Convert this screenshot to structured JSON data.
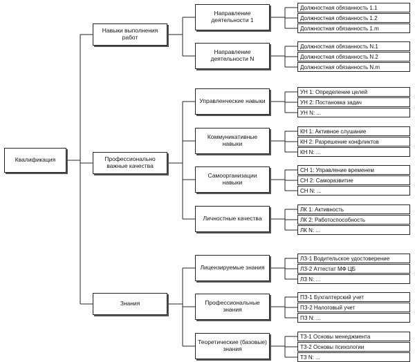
{
  "root": "Квалификация",
  "groups": [
    {
      "label": "Навыки выполнения работ",
      "children": [
        {
          "label": "Направление деятельности 1",
          "items": [
            "Должностная обязанность 1.1",
            "Должностная обязанность 1.2",
            "Должностная обязанность 1.m"
          ]
        },
        {
          "label": "Направление деятельности N",
          "items": [
            "Должностная обязанность N.1",
            "Должностная обязанность N.2",
            "Должностная обязанность N.m"
          ]
        }
      ]
    },
    {
      "label": "Профессионально важные качества",
      "children": [
        {
          "label": "Управленческие навыки",
          "items": [
            "УН 1: Определение целей",
            "УН 2: Постановка задач",
            "УН N: ..."
          ]
        },
        {
          "label": "Коммуникативные навыки",
          "items": [
            "КН 1: Активное слушание",
            "КН 2: Разрешение конфликтов",
            "КН N: ..."
          ]
        },
        {
          "label": "Самоорганизации навыки",
          "items": [
            "СН 1: Управление временем",
            "СН 2: Саморазвитие",
            "СН N: ..."
          ]
        },
        {
          "label": "Личностные качества",
          "items": [
            "ЛК 1: Активность",
            "ЛК 2: Работоспособность",
            "ЛК N: ..."
          ]
        }
      ]
    },
    {
      "label": "Знания",
      "children": [
        {
          "label": "Лицензируемые знания",
          "items": [
            "ЛЗ-1 Водительское удостоверение",
            "ЛЗ-2 Аттестат МФ ЦБ",
            "ЛЗ N: ..."
          ]
        },
        {
          "label": "Профессиональные знания",
          "items": [
            "ПЗ-1 Бухгалтерский учет",
            "ПЗ-2 Налоговый учет",
            "ПЗ N: ..."
          ]
        },
        {
          "label": "Теоретические (базовые) знания",
          "items": [
            "ТЗ-1 Основы менеджмента",
            "ТЗ-2 Основы психологии",
            "ТЗ N: ..."
          ]
        }
      ]
    }
  ]
}
